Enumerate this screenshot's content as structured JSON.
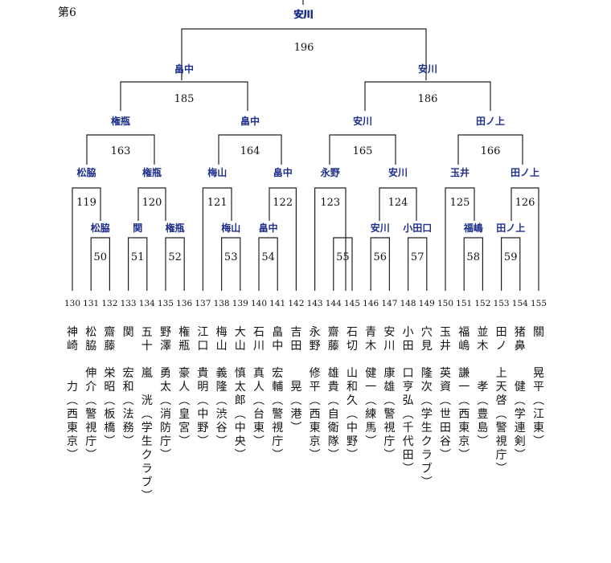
{
  "section_label": "第6",
  "champion": "安川",
  "matches": [
    {
      "no": "196",
      "winner": "安川"
    },
    {
      "no": "185",
      "winner": "畠中"
    },
    {
      "no": "186",
      "winner": "安川"
    },
    {
      "no": "163",
      "winner": "権瓶"
    },
    {
      "no": "164",
      "winner": "畠中"
    },
    {
      "no": "165",
      "winner": "安川"
    },
    {
      "no": "166",
      "winner": "田ノ上"
    },
    {
      "no": "119",
      "winner": "松脇"
    },
    {
      "no": "120",
      "winner": "権瓶"
    },
    {
      "no": "121",
      "winner": "梅山"
    },
    {
      "no": "122",
      "winner": "畠中"
    },
    {
      "no": "123",
      "winner": "永野"
    },
    {
      "no": "124",
      "winner": "安川"
    },
    {
      "no": "125",
      "winner": "玉井"
    },
    {
      "no": "126",
      "winner": "田ノ上"
    },
    {
      "no": "50",
      "winner": "松脇"
    },
    {
      "no": "51",
      "winner": "関"
    },
    {
      "no": "52",
      "winner": "権瓶"
    },
    {
      "no": "53",
      "winner": "梅山"
    },
    {
      "no": "54",
      "winner": "畠中"
    },
    {
      "no": "55",
      "winner": ""
    },
    {
      "no": "56",
      "winner": "安川"
    },
    {
      "no": "57",
      "winner": "小田口"
    },
    {
      "no": "58",
      "winner": "福嶋"
    },
    {
      "no": "59",
      "winner": "田ノ上"
    }
  ],
  "players": [
    {
      "seat": "130",
      "name": "神崎　力",
      "affiliation": "（西東京）"
    },
    {
      "seat": "131",
      "name": "松脇伸介",
      "affiliation": "（警視庁）"
    },
    {
      "seat": "132",
      "name": "齋藤栄昭",
      "affiliation": "（板橋）"
    },
    {
      "seat": "133",
      "name": "関　宏和",
      "affiliation": "（法務）"
    },
    {
      "seat": "134",
      "name": "五十嵐　洸",
      "affiliation": "（学生クラブ）"
    },
    {
      "seat": "135",
      "name": "野澤勇太",
      "affiliation": "（消防庁）"
    },
    {
      "seat": "136",
      "name": "権瓶豪人",
      "affiliation": "（皇宮）"
    },
    {
      "seat": "137",
      "name": "江口貴明",
      "affiliation": "（中野）"
    },
    {
      "seat": "138",
      "name": "梅山義隆",
      "affiliation": "（渋谷）"
    },
    {
      "seat": "139",
      "name": "大山慎太郎",
      "affiliation": "（中央）"
    },
    {
      "seat": "140",
      "name": "石川真人",
      "affiliation": "（台東）"
    },
    {
      "seat": "141",
      "name": "畠中宏輔",
      "affiliation": "（警視庁）"
    },
    {
      "seat": "142",
      "name": "吉田　晃",
      "affiliation": "（港）"
    },
    {
      "seat": "143",
      "name": "永野修平",
      "affiliation": "（西東京）"
    },
    {
      "seat": "144",
      "name": "齋藤雄貴",
      "affiliation": "（自衛隊）"
    },
    {
      "seat": "145",
      "name": "石切山和久",
      "affiliation": "（中野）"
    },
    {
      "seat": "146",
      "name": "青木健一",
      "affiliation": "（練馬）"
    },
    {
      "seat": "147",
      "name": "安川康雄",
      "affiliation": "（警視庁）"
    },
    {
      "seat": "148",
      "name": "小田口亨弘",
      "affiliation": "（千代田）"
    },
    {
      "seat": "149",
      "name": "穴見隆次",
      "affiliation": "（学生クラブ）"
    },
    {
      "seat": "150",
      "name": "玉井英資",
      "affiliation": "（世田谷）"
    },
    {
      "seat": "151",
      "name": "福嶋謙一",
      "affiliation": "（西東京）"
    },
    {
      "seat": "152",
      "name": "並木　孝",
      "affiliation": "（豊島）"
    },
    {
      "seat": "153",
      "name": "田ノ上天啓",
      "affiliation": "（警視庁）"
    },
    {
      "seat": "154",
      "name": "猪鼻　健",
      "affiliation": "（学連剣）"
    },
    {
      "seat": "155",
      "name": "關　晃平",
      "affiliation": "（江東）"
    }
  ]
}
